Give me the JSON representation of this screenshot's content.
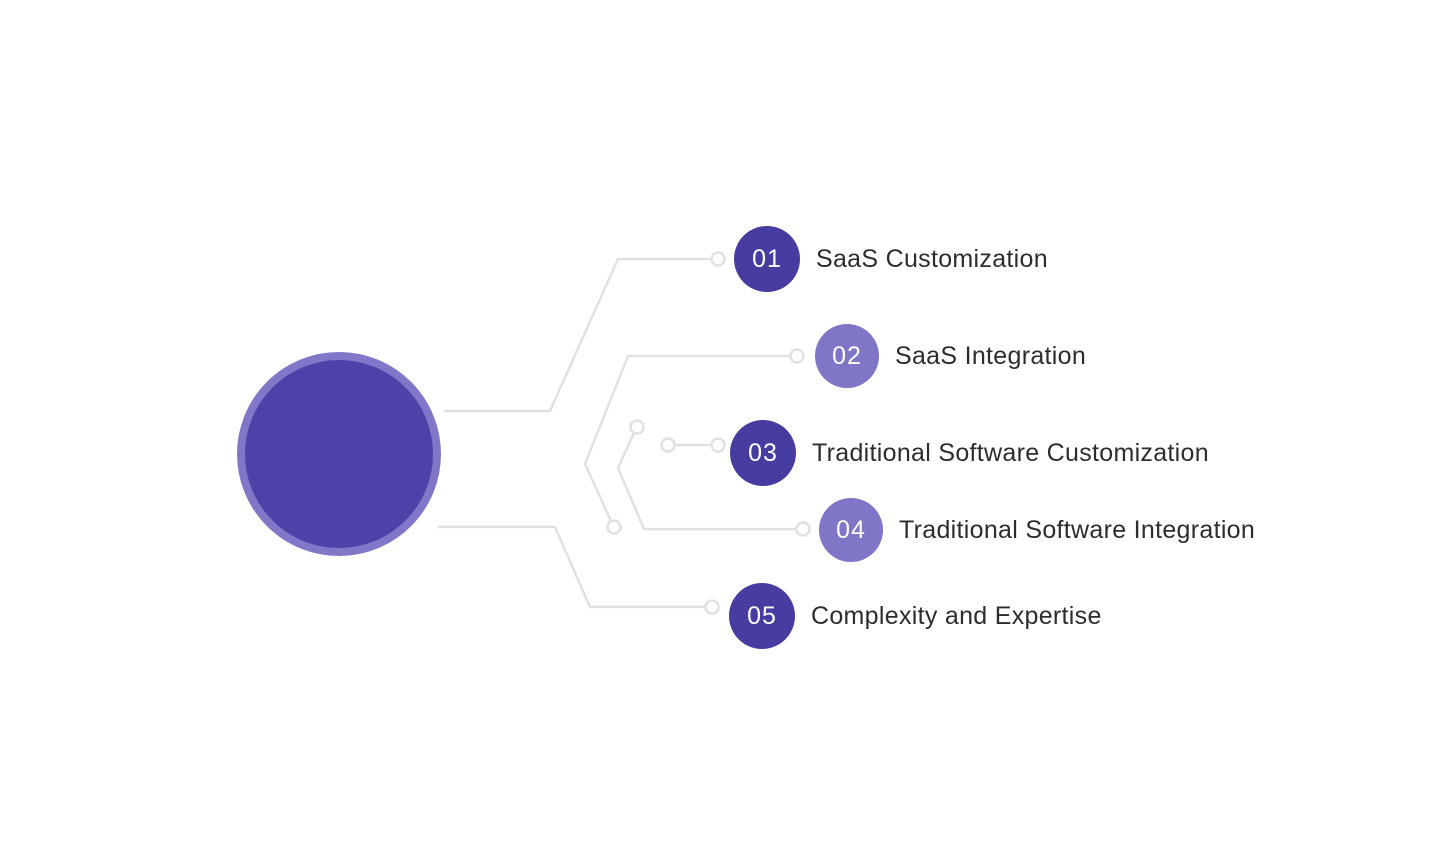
{
  "colors": {
    "bg": "#ffffff",
    "badge_dark": "#473c9f",
    "badge_light": "#8076c7",
    "hub_fill": "#4e42a8",
    "hub_ring": "#8177c9",
    "connector": "#e1e1e1",
    "label_text": "#2d2d2d",
    "badge_number_text": "#ffffff"
  },
  "diagram": {
    "type": "numbered-list-infographic",
    "items": [
      {
        "number": "01",
        "label": "SaaS Customization",
        "variant": "dark"
      },
      {
        "number": "02",
        "label": "SaaS Integration",
        "variant": "light"
      },
      {
        "number": "03",
        "label": "Traditional Software Customization",
        "variant": "dark"
      },
      {
        "number": "04",
        "label": "Traditional Software Integration",
        "variant": "light"
      },
      {
        "number": "05",
        "label": "Complexity and Expertise",
        "variant": "dark"
      }
    ]
  }
}
